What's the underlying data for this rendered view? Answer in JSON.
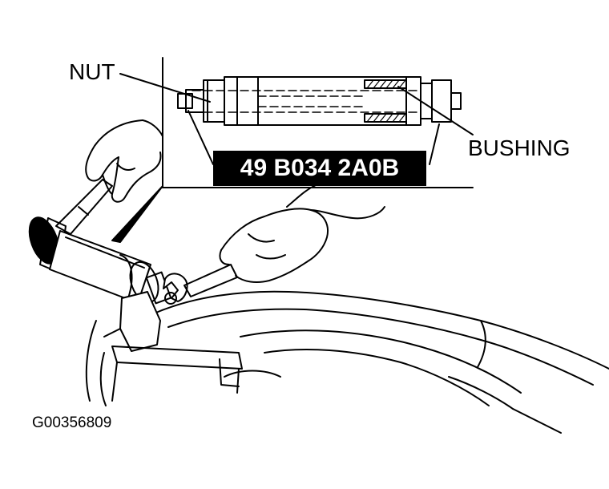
{
  "labels": {
    "nut": "NUT",
    "bushing": "BUSHING",
    "part_number": "49 B034 2A0B",
    "figure_id": "G00356809"
  },
  "colors": {
    "ink": "#000000",
    "paper": "#ffffff"
  }
}
